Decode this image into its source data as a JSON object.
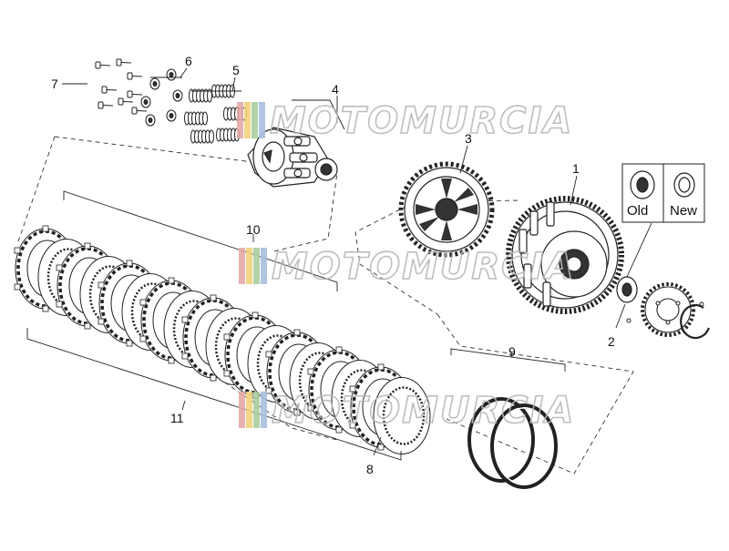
{
  "diagram": {
    "callouts": [
      "1",
      "2",
      "3",
      "4",
      "5",
      "6",
      "7",
      "8",
      "9",
      "10",
      "11"
    ],
    "legend": {
      "old_label": "Old",
      "new_label": "New"
    }
  },
  "watermark": {
    "text": "MOTOMURCIA",
    "stripe_colors": [
      "#e6a9a9",
      "#f2d27a",
      "#a9cfa0",
      "#a9bfe0"
    ]
  }
}
